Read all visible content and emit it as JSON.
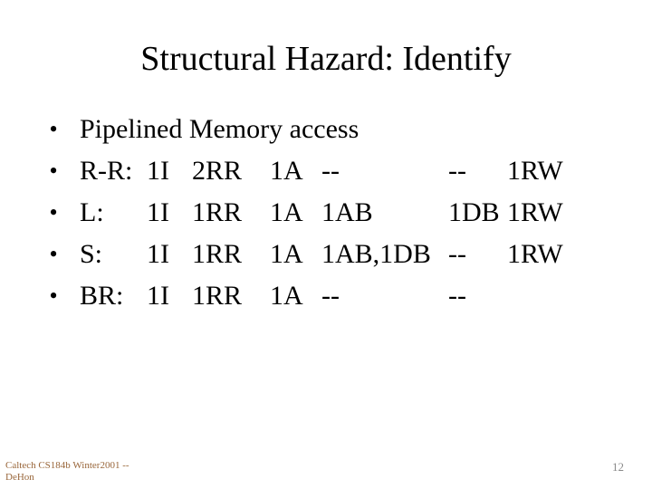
{
  "slide": {
    "title": "Structural Hazard: Identify",
    "bullet_marker": "•",
    "background_color": "#ffffff",
    "text_color": "#000000"
  },
  "body": {
    "intro_bullet": "Pipelined Memory access",
    "rows": [
      {
        "label": "R-R:",
        "fetch": "1I",
        "regread": "2RR",
        "alu": "1A",
        "mem": "--",
        "db": "--",
        "wb": "1RW"
      },
      {
        "label": "L:",
        "fetch": "1I",
        "regread": "1RR",
        "alu": "1A",
        "mem": "1AB",
        "db": "1DB",
        "wb": "1RW"
      },
      {
        "label": "S:",
        "fetch": "1I",
        "regread": "1RR",
        "alu": "1A",
        "mem": "1AB,1DB",
        "db": "--",
        "wb": "1RW"
      },
      {
        "label": "BR:",
        "fetch": "1I",
        "regread": "1RR",
        "alu": "1A",
        "mem": "--",
        "db": "--",
        "wb": ""
      }
    ]
  },
  "footer": {
    "line1": "Caltech CS184b Winter2001 --",
    "line2": "DeHon",
    "color": "#99663a",
    "page_number": "12",
    "page_number_color": "#8a8a8a"
  }
}
